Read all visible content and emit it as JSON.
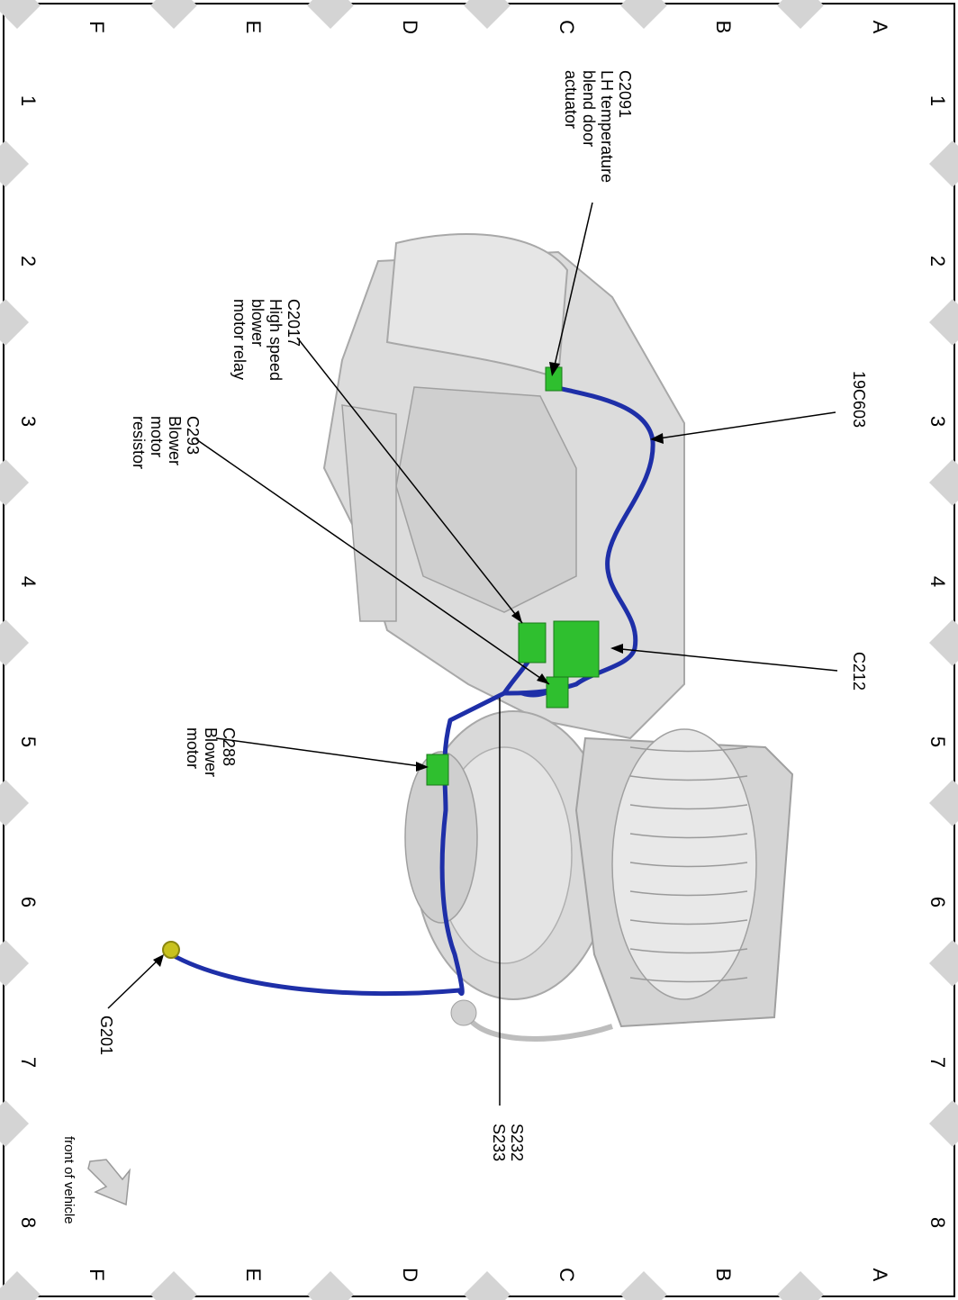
{
  "grid": {
    "letters": [
      "A",
      "B",
      "C",
      "D",
      "E",
      "F"
    ],
    "numbers": [
      "1",
      "2",
      "3",
      "4",
      "5",
      "6",
      "7",
      "8"
    ]
  },
  "callouts": {
    "c2091": [
      "C2091",
      "LH temperature",
      "blend door",
      "actuator"
    ],
    "c2017": [
      "C2017",
      "High speed",
      "blower",
      "motor relay"
    ],
    "c293": [
      "C293",
      "Blower",
      "motor",
      "resistor"
    ],
    "c288": [
      "C288",
      "Blower",
      "motor"
    ],
    "g201": [
      "G201"
    ],
    "s232": [
      "S232",
      "S233"
    ],
    "c212": [
      "C212"
    ],
    "c19c603": [
      "19C603"
    ],
    "front": [
      "front of vehicle"
    ]
  },
  "colors": {
    "frame": "#000000",
    "diamond": "#d4d4d4",
    "housing": "#dcdcdc",
    "housing_shadow": "#bdbdbd",
    "harness": "#1e2fa8",
    "connector": "#2fbf2f",
    "ground_lug": "#c8c21e"
  }
}
